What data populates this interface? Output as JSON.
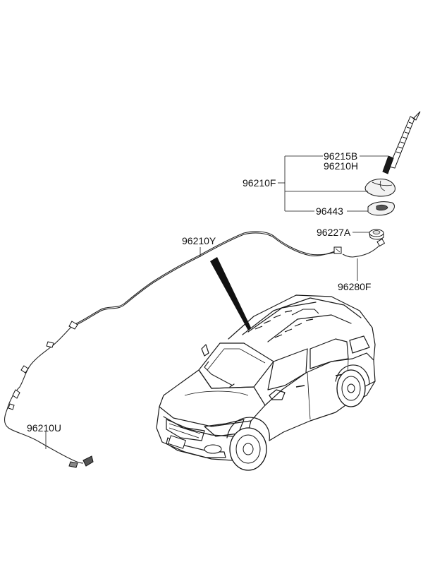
{
  "parts": {
    "p96215B": "96215B",
    "p96210H": "96210H",
    "p96210F": "96210F",
    "p96443": "96443",
    "p96227A": "96227A",
    "p96210Y": "96210Y",
    "p96280F": "96280F",
    "p96210U": "96210U"
  }
}
